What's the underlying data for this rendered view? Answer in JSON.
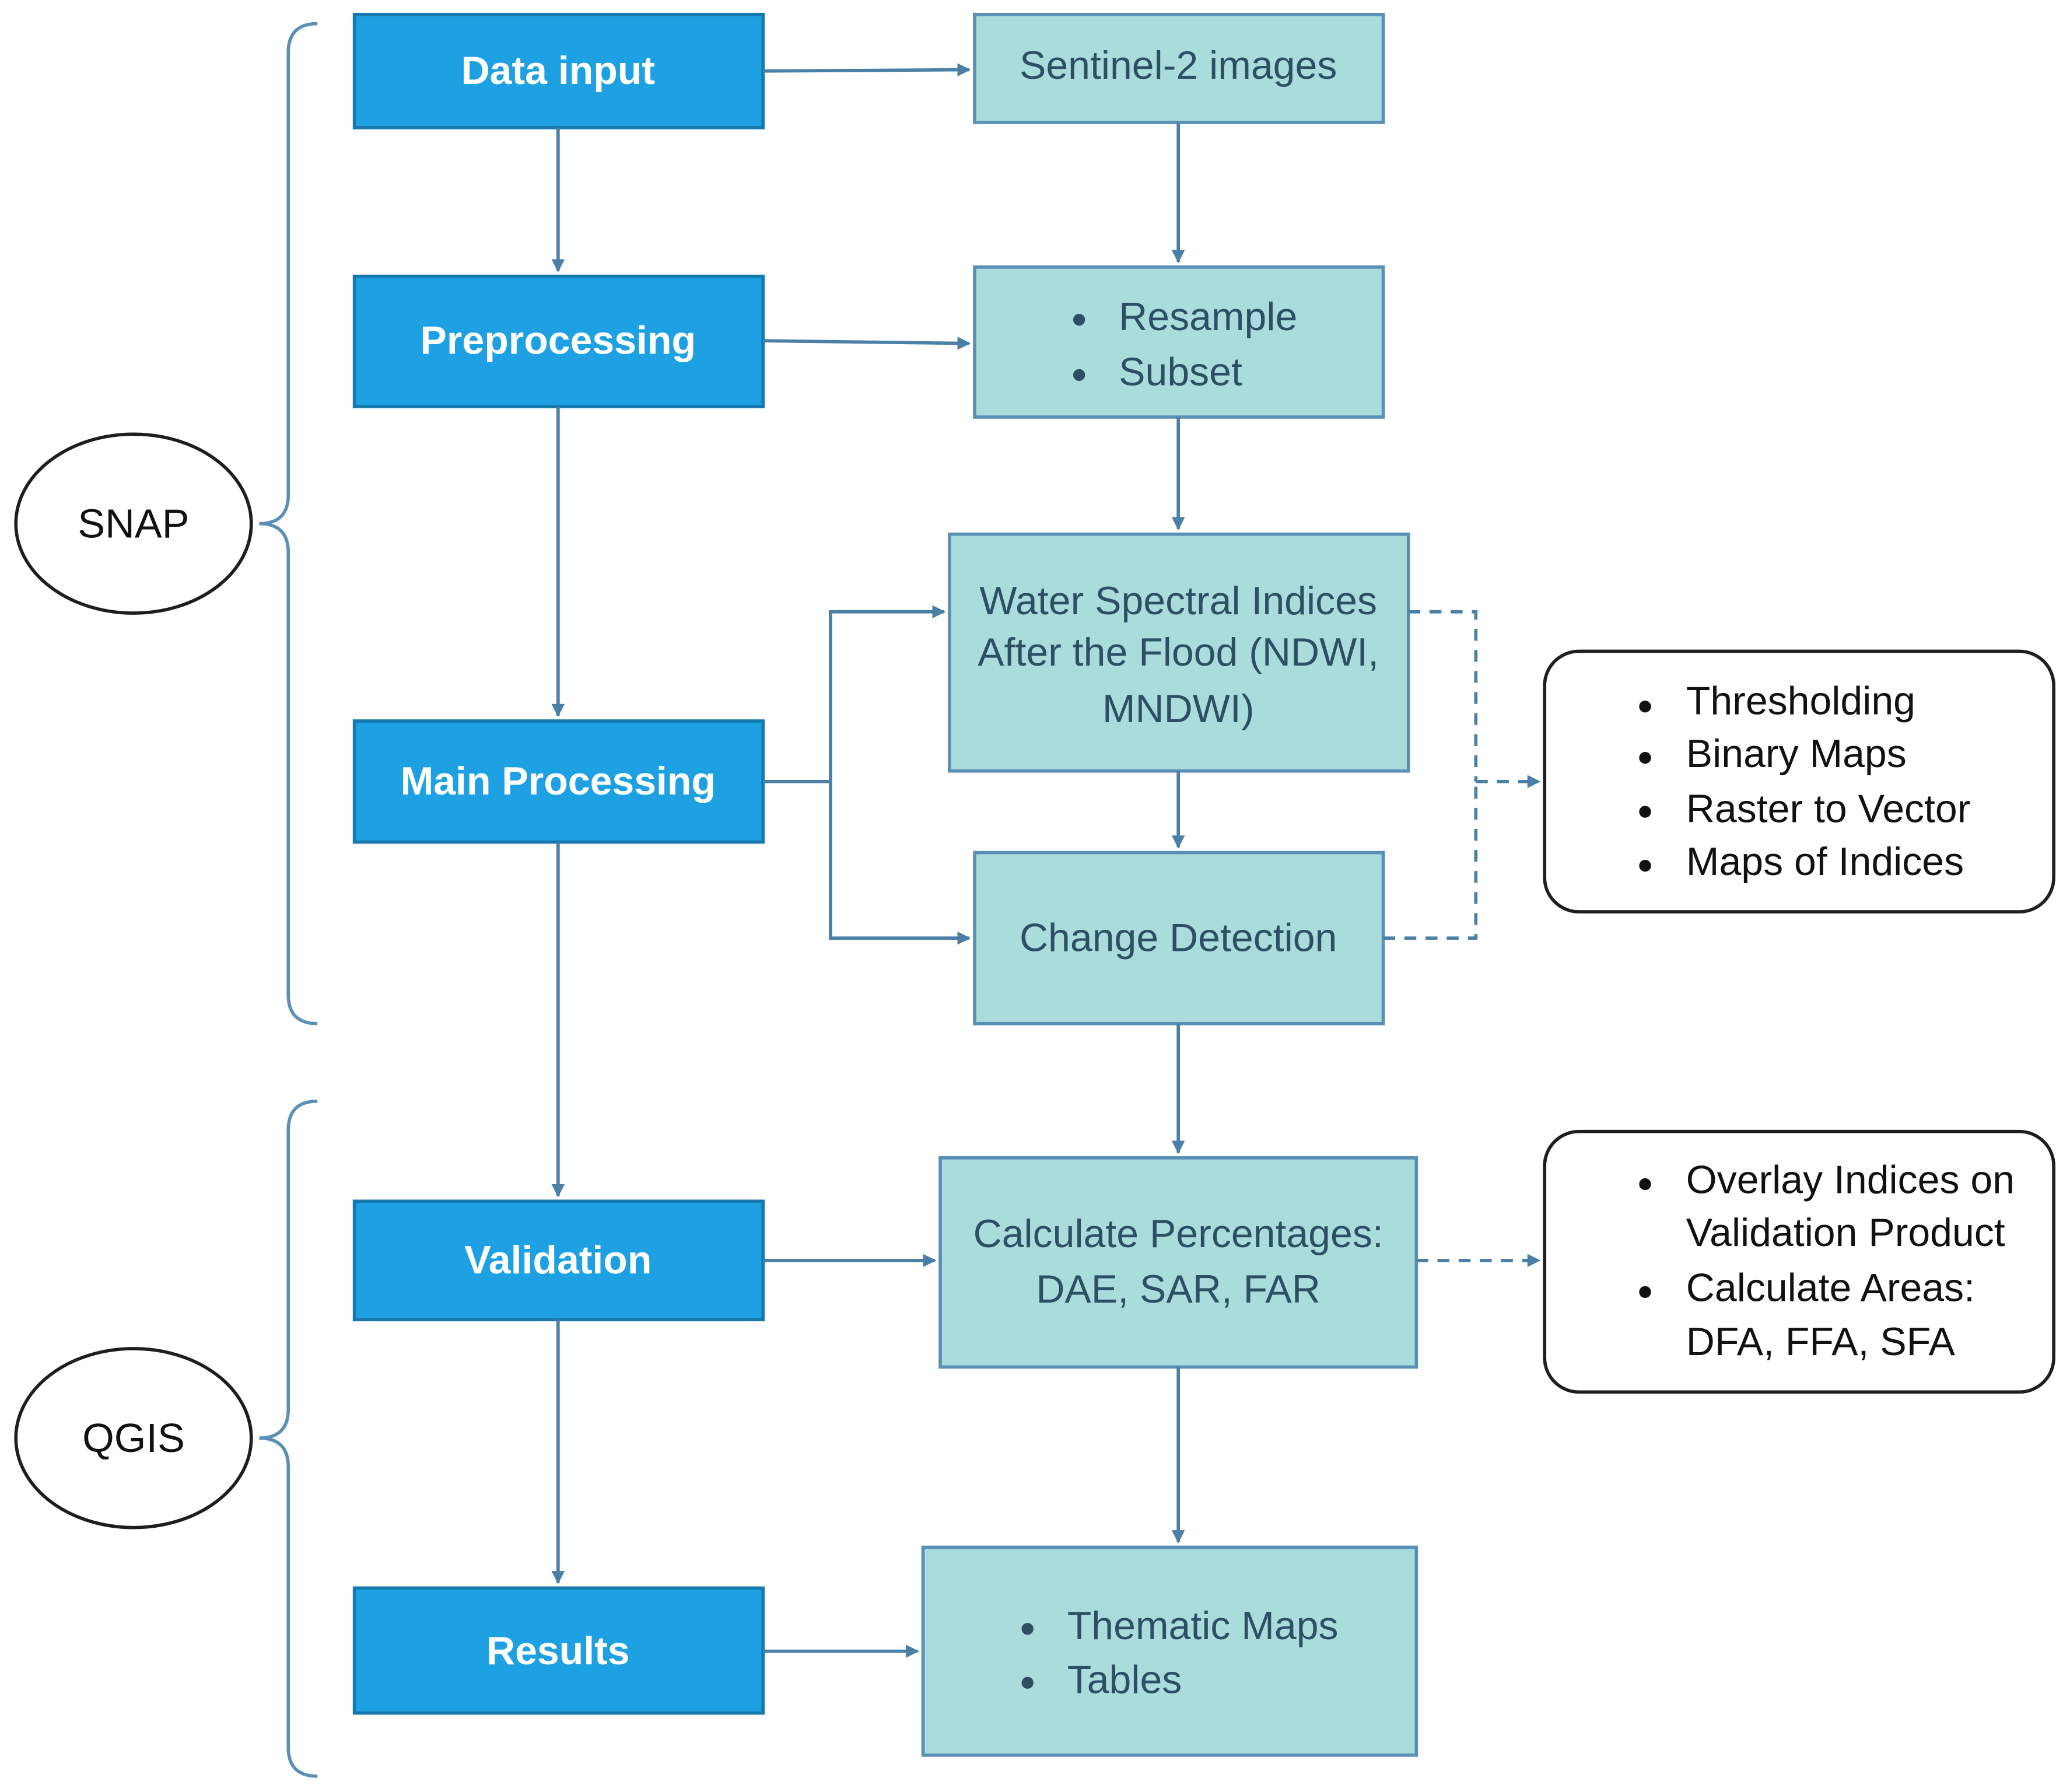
{
  "colors": {
    "main_box": "#1ea1e2",
    "sub_box": "#aadcdc",
    "connector": "#4a7fa6",
    "note_border": "#1e1e1e"
  },
  "tools": {
    "snap": "SNAP",
    "qgis": "QGIS"
  },
  "main_steps": {
    "data_input": "Data input",
    "preprocessing": "Preprocessing",
    "main_processing": "Main Processing",
    "validation": "Validation",
    "results": "Results"
  },
  "sub_steps": {
    "sentinel": "Sentinel-2 images",
    "preprocessing_items": [
      "Resample",
      "Subset"
    ],
    "water_indices_lines": [
      "Water Spectral Indices",
      "After the Flood (NDWI,",
      "MNDWI)"
    ],
    "change_detection": "Change Detection",
    "percentages_lines": [
      "Calculate Percentages:",
      "DAE, SAR, FAR"
    ],
    "results_items": [
      "Thematic Maps",
      "Tables"
    ]
  },
  "notes": {
    "snap_outputs": [
      "Thresholding",
      "Binary Maps",
      "Raster to Vector",
      "Maps of Indices"
    ],
    "qgis_outputs": [
      {
        "lines": [
          "Overlay Indices on",
          "Validation Product"
        ]
      },
      {
        "lines": [
          "Calculate Areas:",
          "DFA, FFA, SFA"
        ]
      }
    ]
  }
}
